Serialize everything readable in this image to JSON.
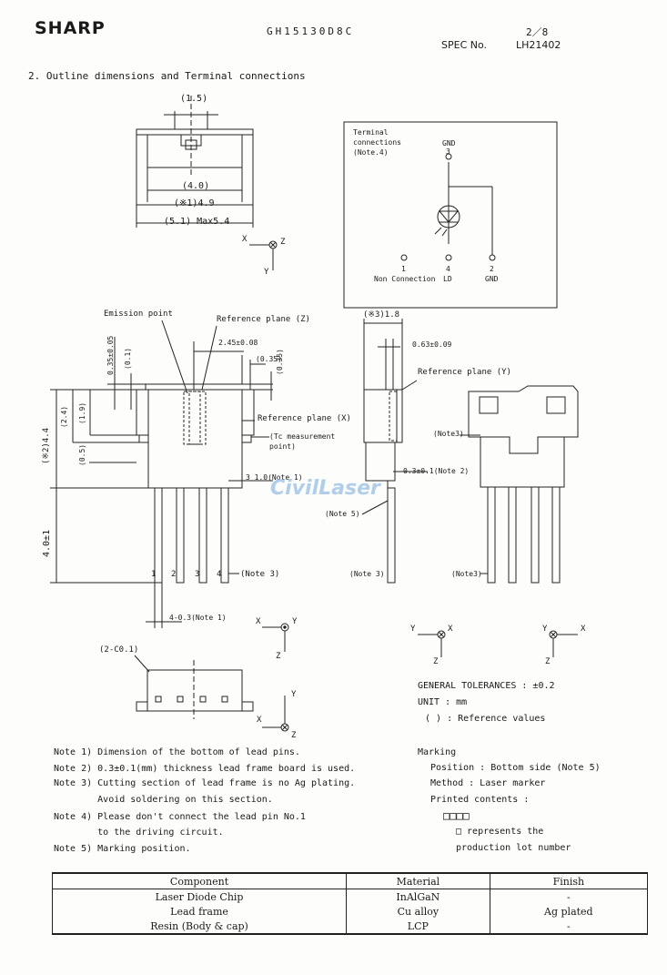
{
  "header": {
    "logo": "SHARP",
    "part_no": "GH15130D8C",
    "page": "2／8",
    "spec_label": "SPEC No.",
    "spec_no": "LH21402"
  },
  "section_title": "2. Outline dimensions and Terminal connections",
  "top_view": {
    "dim_a": "(1.5)",
    "dim_b": "(4.0)",
    "dim_c": "(※1)4.9",
    "dim_d": "(5.1) Max5.4"
  },
  "axes_top": {
    "x": "X",
    "z": "Z",
    "y": "Y"
  },
  "terminal": {
    "title1": "Terminal",
    "title2": "connections",
    "title3": "(Note.4)",
    "gnd_top": "GND",
    "pin3": "3",
    "pin1": "1",
    "pin4": "4",
    "pin2": "2",
    "nc": "Non Connection",
    "ld": "LD",
    "gnd": "GND"
  },
  "front_view": {
    "emission": "Emission point",
    "refz": "Reference plane (Z)",
    "d245": "2.45±0.08",
    "d035a": "(0.35)",
    "d035b": "(0.35)",
    "d035v": "0.35±0.05",
    "d01": "(0.1)",
    "d24": "(2.4)",
    "d19": "(1.9)",
    "d05": "(0.5)",
    "d44": "(※2)4.4",
    "refx": "Reference plane (X)",
    "tc1": "(Tc measurement",
    "tc2": "point)",
    "d10": "3  1.0(Note 1)",
    "d40": "4.0±1",
    "p1": "1",
    "p2": "2",
    "p3": "3",
    "p4": "4",
    "note3": "(Note 3)",
    "d403": "4-0.3(Note 1)"
  },
  "side_view": {
    "d18": "(※3)1.8",
    "d063": "0.63±0.09",
    "refy": "Reference plane (Y)",
    "d03": "0.3±0.1(Note 2)",
    "note5": "(Note 5)",
    "note3": "(Note 3)"
  },
  "back_view": {
    "note3a": "(Note3)",
    "note3b": "(Note3)"
  },
  "bottom_view": {
    "c01": "(2-C0.1)"
  },
  "axes_b1": {
    "x": "X",
    "y": "Y",
    "z": "Z"
  },
  "axes_b2": {
    "x": "X",
    "y": "Y",
    "z": "Z"
  },
  "axes_s": {
    "y": "Y",
    "x": "X",
    "z": "Z"
  },
  "axes_r": {
    "y": "Y",
    "x": "X",
    "z": "Z"
  },
  "tolerances": {
    "general": "GENERAL TOLERANCES : ±0.2",
    "unit": "UNIT  : mm",
    "ref": "( )  : Reference values"
  },
  "notes": [
    "Note 1) Dimension of the bottom of lead pins.",
    "Note 2) 0.3±0.1(mm) thickness lead frame board is used.",
    "Note 3) Cutting section of lead frame is no Ag plating.",
    "        Avoid soldering on this section.",
    "Note 4) Please don't connect the lead pin No.1",
    "        to the driving circuit.",
    "Note 5) Marking position."
  ],
  "marking": {
    "title": "Marking",
    "position": "Position  : Bottom side (Note 5)",
    "method": "Method  : Laser marker",
    "contents": "Printed contents  :",
    "boxes": "□□□□",
    "rep1": "□ represents the",
    "rep2": "production lot number"
  },
  "materials": {
    "headers": [
      "Component",
      "Material",
      "Finish"
    ],
    "rows": [
      [
        "Laser Diode Chip",
        "InAlGaN",
        "-"
      ],
      [
        "Lead frame",
        "Cu alloy",
        "Ag plated"
      ],
      [
        "Resin (Body & cap)",
        "LCP",
        "-"
      ]
    ]
  },
  "watermark": "CivilLaser"
}
